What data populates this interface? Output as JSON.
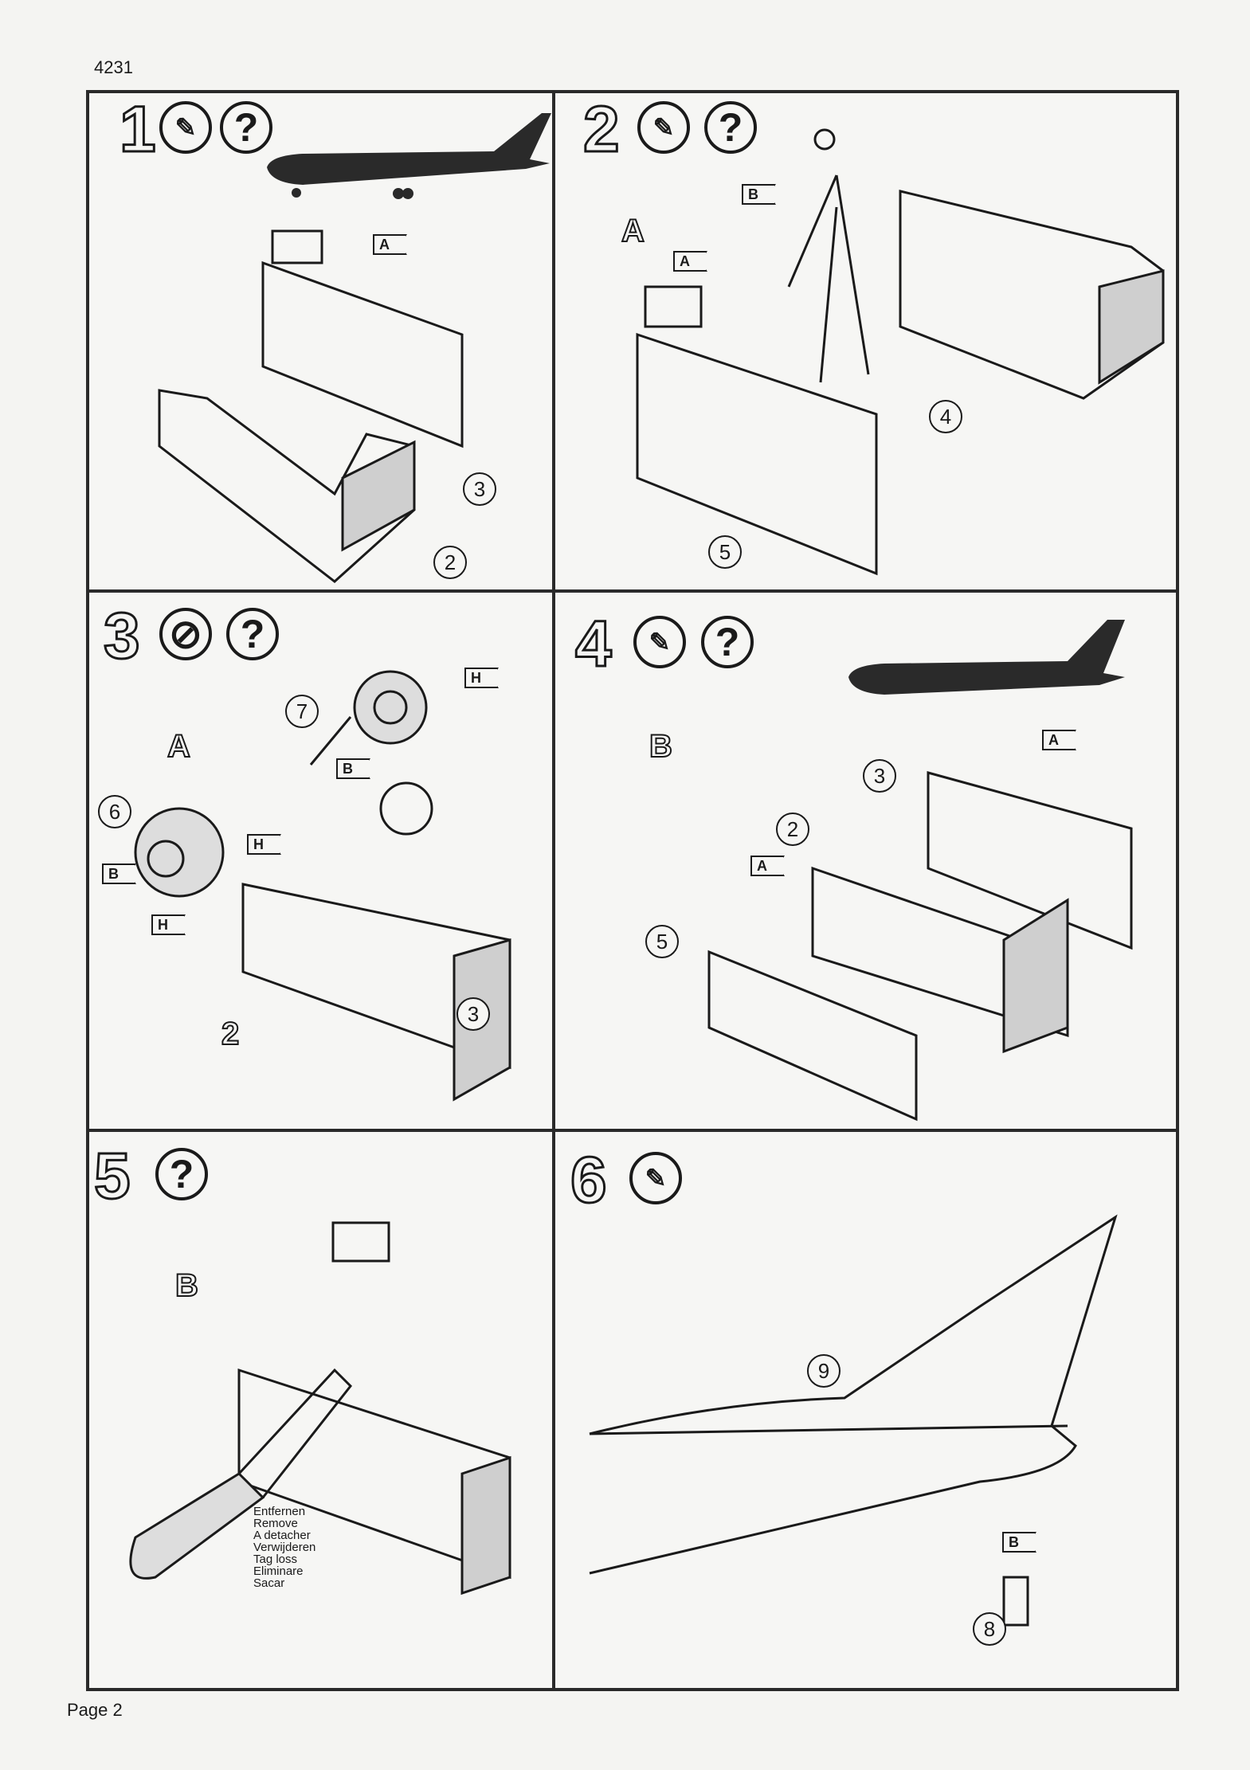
{
  "header": {
    "code": "4231"
  },
  "footer": {
    "page": "Page 2"
  },
  "steps": [
    {
      "number": "1",
      "icons": [
        "glue-icon",
        "help-icon"
      ],
      "callouts": {
        "part_a": "A",
        "part_3": "3",
        "part_2": "2"
      }
    },
    {
      "number": "2",
      "icons": [
        "glue-icon",
        "help-icon"
      ],
      "callouts": {
        "part_b": "B",
        "letter_a": "A",
        "part_a": "A",
        "part_4": "4",
        "part_5": "5"
      }
    },
    {
      "number": "3",
      "icons": [
        "no-glue-icon",
        "help-icon"
      ],
      "callouts": {
        "part_h1": "H",
        "part_7": "7",
        "letter_a": "A",
        "part_b1": "B",
        "part_6": "6",
        "part_h2": "H",
        "part_b2": "B",
        "part_h3": "H",
        "part_3": "3",
        "letter_2": "2"
      }
    },
    {
      "number": "4",
      "icons": [
        "glue-icon",
        "help-icon"
      ],
      "callouts": {
        "part_a1": "A",
        "part_3": "3",
        "letter_b": "B",
        "part_2": "2",
        "part_a2": "A",
        "part_5": "5"
      }
    },
    {
      "number": "5",
      "icons": [
        "help-icon"
      ],
      "callouts": {
        "letter_b": "B"
      },
      "remove_text": [
        "Entfernen",
        "Remove",
        "A detacher",
        "Verwijderen",
        "Tag loss",
        "Eliminare",
        "Sacar"
      ]
    },
    {
      "number": "6",
      "icons": [
        "glue-icon"
      ],
      "callouts": {
        "part_9": "9",
        "part_b": "B",
        "part_8": "8"
      }
    }
  ],
  "glyphs": {
    "help": "?",
    "glue": "✎",
    "no_glue": "⊘"
  }
}
